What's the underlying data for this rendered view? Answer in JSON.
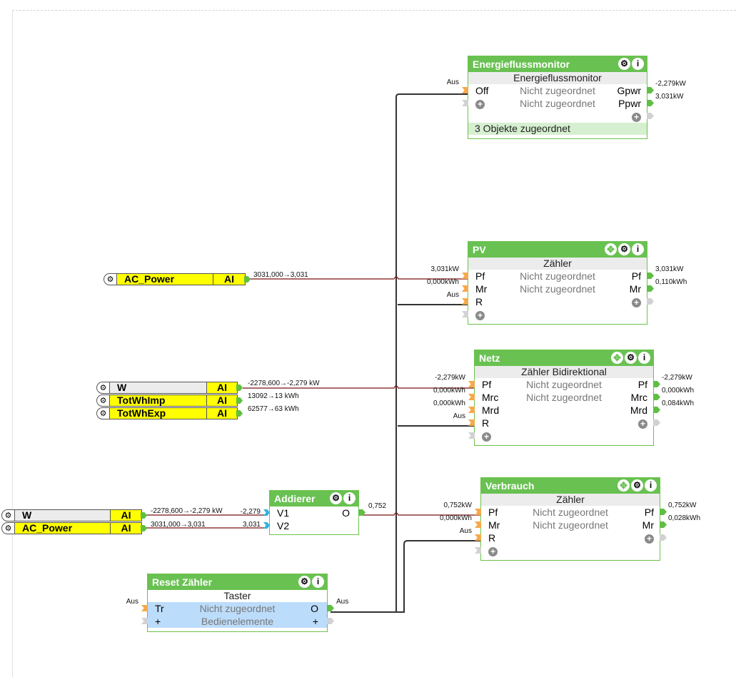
{
  "objects": {
    "ac_power_1": {
      "name": "AC_Power",
      "type": "AI",
      "wire_label": "3031,000→3,031"
    },
    "group_w": [
      {
        "name": "W",
        "type": "AI",
        "wire_label": "-2278,600→-2,279 kW"
      },
      {
        "name": "TotWhImp",
        "type": "AI",
        "wire_label": "13092→13 kWh"
      },
      {
        "name": "TotWhExp",
        "type": "AI",
        "wire_label": "62577→63 kWh"
      }
    ],
    "group_add": [
      {
        "name": "W",
        "type": "AI",
        "wire_label": "-2278,600→-2,279 kW",
        "end_label": "-2,279"
      },
      {
        "name": "AC_Power",
        "type": "AI",
        "wire_label": "3031,000→3,031",
        "end_label": "3,031"
      }
    ]
  },
  "blocks": {
    "energieflussmonitor": {
      "title": "Energieflussmonitor",
      "type": "Energieflussmonitor",
      "rows": [
        {
          "in": "Off",
          "in_value": "Aus",
          "mid": "Nicht zugeordnet",
          "out": "Gpwr",
          "out_value": "-2,279kW"
        },
        {
          "in": "",
          "in_value": "",
          "mid": "Nicht zugeordnet",
          "out": "Ppwr",
          "out_value": "3,031kW"
        }
      ],
      "footer": "3 Objekte zugeordnet"
    },
    "pv": {
      "title": "PV",
      "type": "Zähler",
      "rows": [
        {
          "in": "Pf",
          "in_value": "3,031kW",
          "mid": "Nicht zugeordnet",
          "out": "Pf",
          "out_value": "3,031kW"
        },
        {
          "in": "Mr",
          "in_value": "0,000kWh",
          "mid": "Nicht zugeordnet",
          "out": "Mr",
          "out_value": "0,110kWh"
        },
        {
          "in": "R",
          "in_value": "Aus",
          "mid": "",
          "out": "",
          "out_value": ""
        }
      ]
    },
    "netz": {
      "title": "Netz",
      "type": "Zähler Bidirektional",
      "rows": [
        {
          "in": "Pf",
          "in_value": "-2,279kW",
          "mid": "Nicht zugeordnet",
          "out": "Pf",
          "out_value": "-2,279kW"
        },
        {
          "in": "Mrc",
          "in_value": "0,000kWh",
          "mid": "Nicht zugeordnet",
          "out": "Mrc",
          "out_value": "0,000kWh"
        },
        {
          "in": "Mrd",
          "in_value": "0,000kWh",
          "mid": "",
          "out": "Mrd",
          "out_value": "0,084kWh"
        },
        {
          "in": "R",
          "in_value": "Aus",
          "mid": "",
          "out": "",
          "out_value": ""
        }
      ]
    },
    "verbrauch": {
      "title": "Verbrauch",
      "type": "Zähler",
      "rows": [
        {
          "in": "Pf",
          "in_value": "0,752kW",
          "mid": "Nicht zugeordnet",
          "out": "Pf",
          "out_value": "0,752kW"
        },
        {
          "in": "Mr",
          "in_value": "0,000kWh",
          "mid": "Nicht zugeordnet",
          "out": "Mr",
          "out_value": "0,028kWh"
        },
        {
          "in": "R",
          "in_value": "Aus",
          "mid": "",
          "out": "",
          "out_value": ""
        }
      ]
    },
    "addierer": {
      "title": "Addierer",
      "rows": [
        {
          "in": "V1",
          "out": "O",
          "out_value": "0,752"
        },
        {
          "in": "V2",
          "out": ""
        }
      ]
    },
    "reset": {
      "title": "Reset Zähler",
      "type": "Taster",
      "rows": [
        {
          "in": "Tr",
          "in_value": "Aus",
          "mid": "Nicht zugeordnet",
          "out": "O",
          "out_value": "Aus"
        },
        {
          "in": "+",
          "mid": "Bedienelemente",
          "out": "+"
        }
      ]
    }
  },
  "icons": {
    "gear": "⚙",
    "info": "i",
    "move": "✥",
    "plus": "+"
  },
  "colors": {
    "header": "#69c152",
    "object": "#ffff00",
    "wire_value": "#7a1010",
    "wire_bool": "#333333"
  }
}
